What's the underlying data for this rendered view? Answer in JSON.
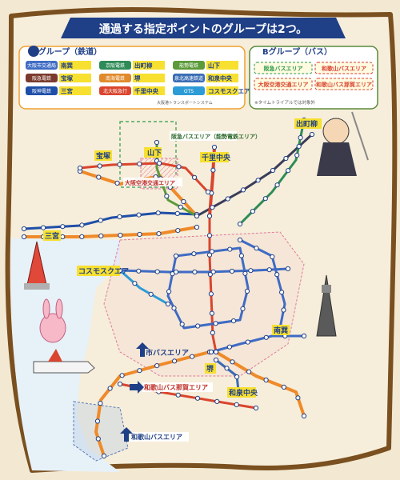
{
  "header": {
    "title": "通過する指定ポイントのグループは2つ。"
  },
  "legend_a": {
    "title": "Aグループ（鉄道）",
    "items": [
      {
        "company": "大阪市交通局",
        "station": "南巽",
        "color": "#3f6bc4"
      },
      {
        "company": "京阪電鉄",
        "station": "出町柳",
        "color": "#2e8b57"
      },
      {
        "company": "能勢電鉄",
        "station": "山下",
        "color": "#5c9a3a"
      },
      {
        "company": "阪急電鉄",
        "station": "宝塚",
        "color": "#7a3b2e"
      },
      {
        "company": "南海電鉄",
        "station": "堺",
        "color": "#e08a2c"
      },
      {
        "company": "泉北高速鉄道",
        "station": "和泉中央",
        "color": "#3a6cb5"
      },
      {
        "company": "阪神電鉄",
        "station": "三宮",
        "color": "#1f4fa8"
      },
      {
        "company": "北大阪急行",
        "station": "千里中央",
        "color": "#d9452e"
      },
      {
        "company": "OTS",
        "station": "コスモスクエア",
        "color": "#2d9bd6"
      }
    ],
    "footnote": "大阪港トランスポートシステム"
  },
  "legend_b": {
    "title": "Bグループ（バス）",
    "items": [
      {
        "label": "阪急バスエリア",
        "color": "#2e9a4a"
      },
      {
        "label": "和歌山バスエリア",
        "color": "#d93a2e"
      },
      {
        "label": "大阪空港交通エリア",
        "color": "#d9452e"
      },
      {
        "label": "和歌山バス那賀エリア",
        "color": "#d9452e"
      }
    ],
    "note": "※タイムトライアルでは対象外"
  },
  "map_labels": {
    "hankyu_bus": "阪急バスエリア（能勢電鉄エリア）",
    "yamashita": "山下",
    "demachiyanagi": "出町柳",
    "takarazuka": "宝塚",
    "senri_chuo": "千里中央",
    "airport_bus": "大阪空港交通エリア",
    "sannomiya": "三宮",
    "cosmosquare": "コスモスクエア",
    "minamitatsumi": "南巽",
    "city_bus": "市バスエリア",
    "sakai": "堺",
    "izumi_chuo": "和泉中央",
    "wakayama_naga": "和歌山バス那賀エリア",
    "wakayama_bus": "和歌山バスエリア"
  },
  "colors": {
    "parchment": "#f6eedb",
    "burnt_edge": "#7a5020",
    "sea": "#e9f2f8",
    "land": "#f6eedb",
    "header_bg": "#1f3f86",
    "orange_line": "#ef8a2a",
    "red_line": "#d9452e",
    "blue_line": "#3f6bc4",
    "green_line": "#2e8b57",
    "lightblue_line": "#2d9bd6",
    "dark_line": "#3b3b5a",
    "yellow_label": "#f7e030"
  }
}
